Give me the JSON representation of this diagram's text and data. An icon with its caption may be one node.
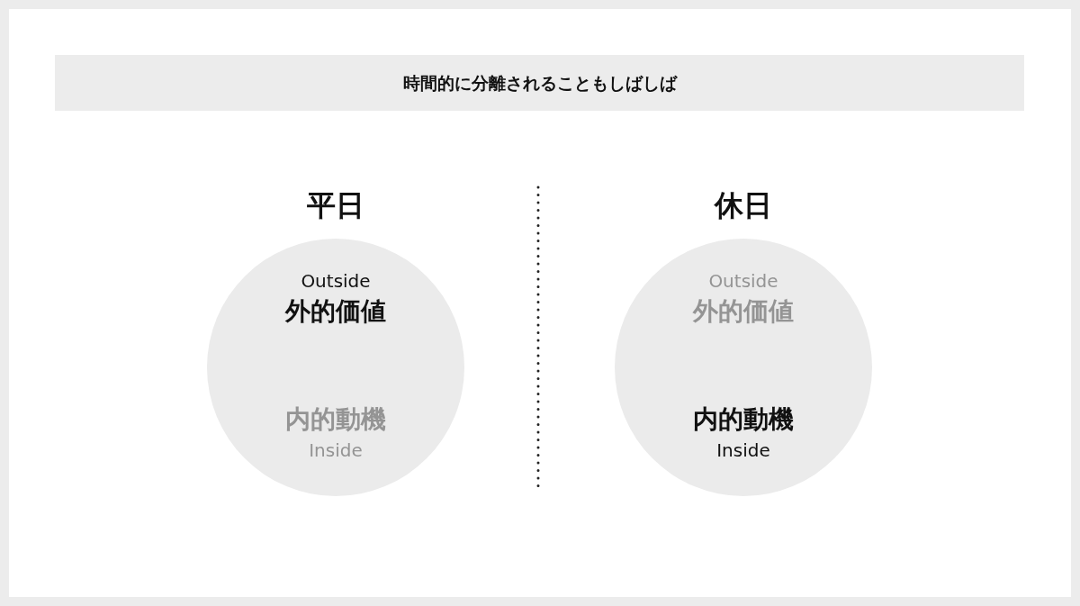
{
  "diagram": {
    "title": "時間的に分離されることもしばしば",
    "nodes": [
      {
        "text": [
          "平日",
          "Outside",
          "外的価値",
          "内的動機",
          "Inside"
        ]
      },
      {
        "text": [
          "休日",
          "Outside",
          "外的価値",
          "内的動機",
          "Inside"
        ]
      }
    ]
  }
}
